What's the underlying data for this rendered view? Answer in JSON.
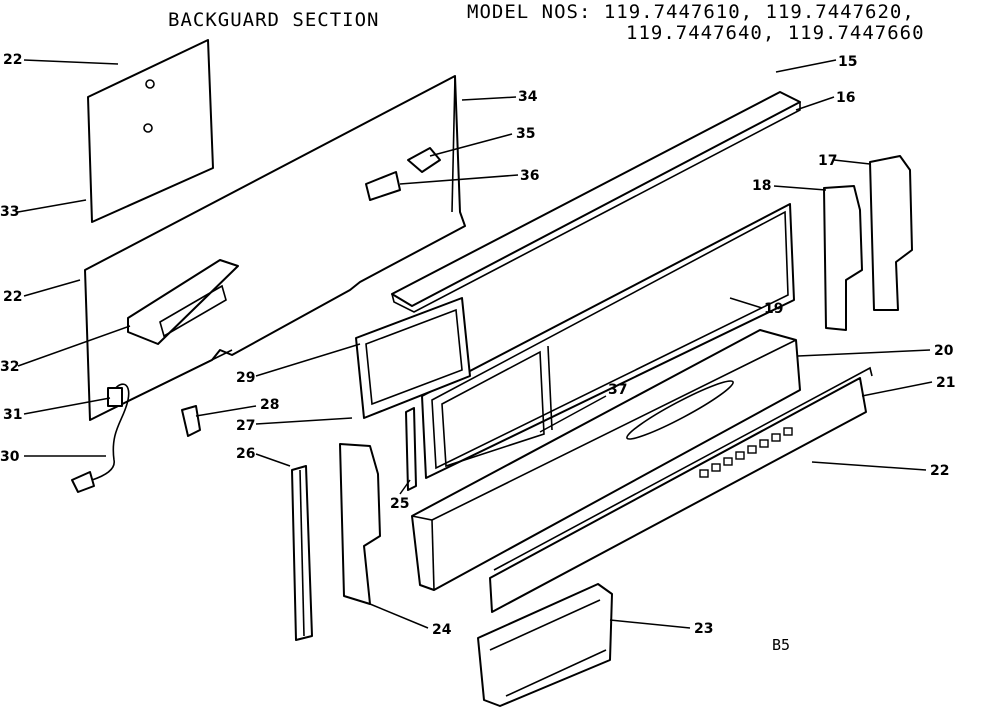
{
  "header": {
    "section_title": "BACKGUARD SECTION",
    "model_line_1": "MODEL NOS: 119.7447610, 119.7447620,",
    "model_line_2": "119.7447640, 119.7447660"
  },
  "page_code": "B5",
  "callouts": [
    "22",
    "33",
    "34",
    "35",
    "36",
    "15",
    "16",
    "17",
    "18",
    "19",
    "20",
    "21",
    "22",
    "23",
    "24",
    "25",
    "26",
    "27",
    "28",
    "29",
    "30",
    "31",
    "32",
    "37",
    "22"
  ]
}
